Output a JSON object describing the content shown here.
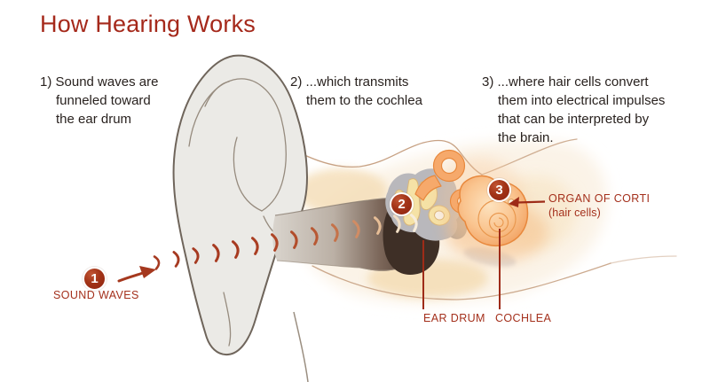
{
  "title": "How Hearing Works",
  "steps": [
    {
      "lines": [
        "1) Sound waves are",
        "funneled toward",
        "the ear drum"
      ]
    },
    {
      "lines": [
        "2) ...which transmits",
        "them to the cochlea"
      ]
    },
    {
      "lines": [
        "3) ...where hair cells convert",
        "them into electrical impulses",
        "that can be interpreted by",
        "the brain."
      ]
    }
  ],
  "badges": [
    {
      "number": "1"
    },
    {
      "number": "2"
    },
    {
      "number": "3"
    }
  ],
  "labels": {
    "sound_waves": "SOUND WAVES",
    "ear_drum": "EAR DRUM",
    "cochlea": "COCHLEA",
    "organ_of_corti": "ORGAN OF CORTI",
    "organ_of_corti_sub": "(hair cells)"
  },
  "colors": {
    "title_red": "#A5291B",
    "label_red": "#A4301C",
    "badge_red": "#92230F",
    "wave_red": "#A73A20",
    "leader_line_red": "#9E2B18",
    "cochlea_orange": "#F6A96B",
    "cochlea_outline": "#E8883C",
    "ossicle_yellow": "#F5E2A6",
    "bone_gray": "#B9B8BC",
    "pinna_gray": "#EBEAE6",
    "skin_cream": "#FBF3E7",
    "text_dark": "#29221F"
  }
}
